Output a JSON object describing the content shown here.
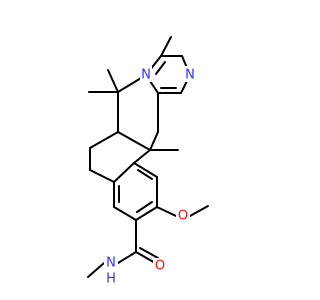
{
  "molecule": {
    "colors": {
      "bond": "#000000",
      "nitrogen": "#3333ff",
      "oxygen": "#ff0d0d",
      "background": "#ffffff"
    },
    "labels": {
      "n_ring_left": "N",
      "n_ring_right": "N",
      "o_methoxy": "O",
      "o_carbonyl": "O",
      "n_amide": "N",
      "h_amide": "H"
    }
  }
}
